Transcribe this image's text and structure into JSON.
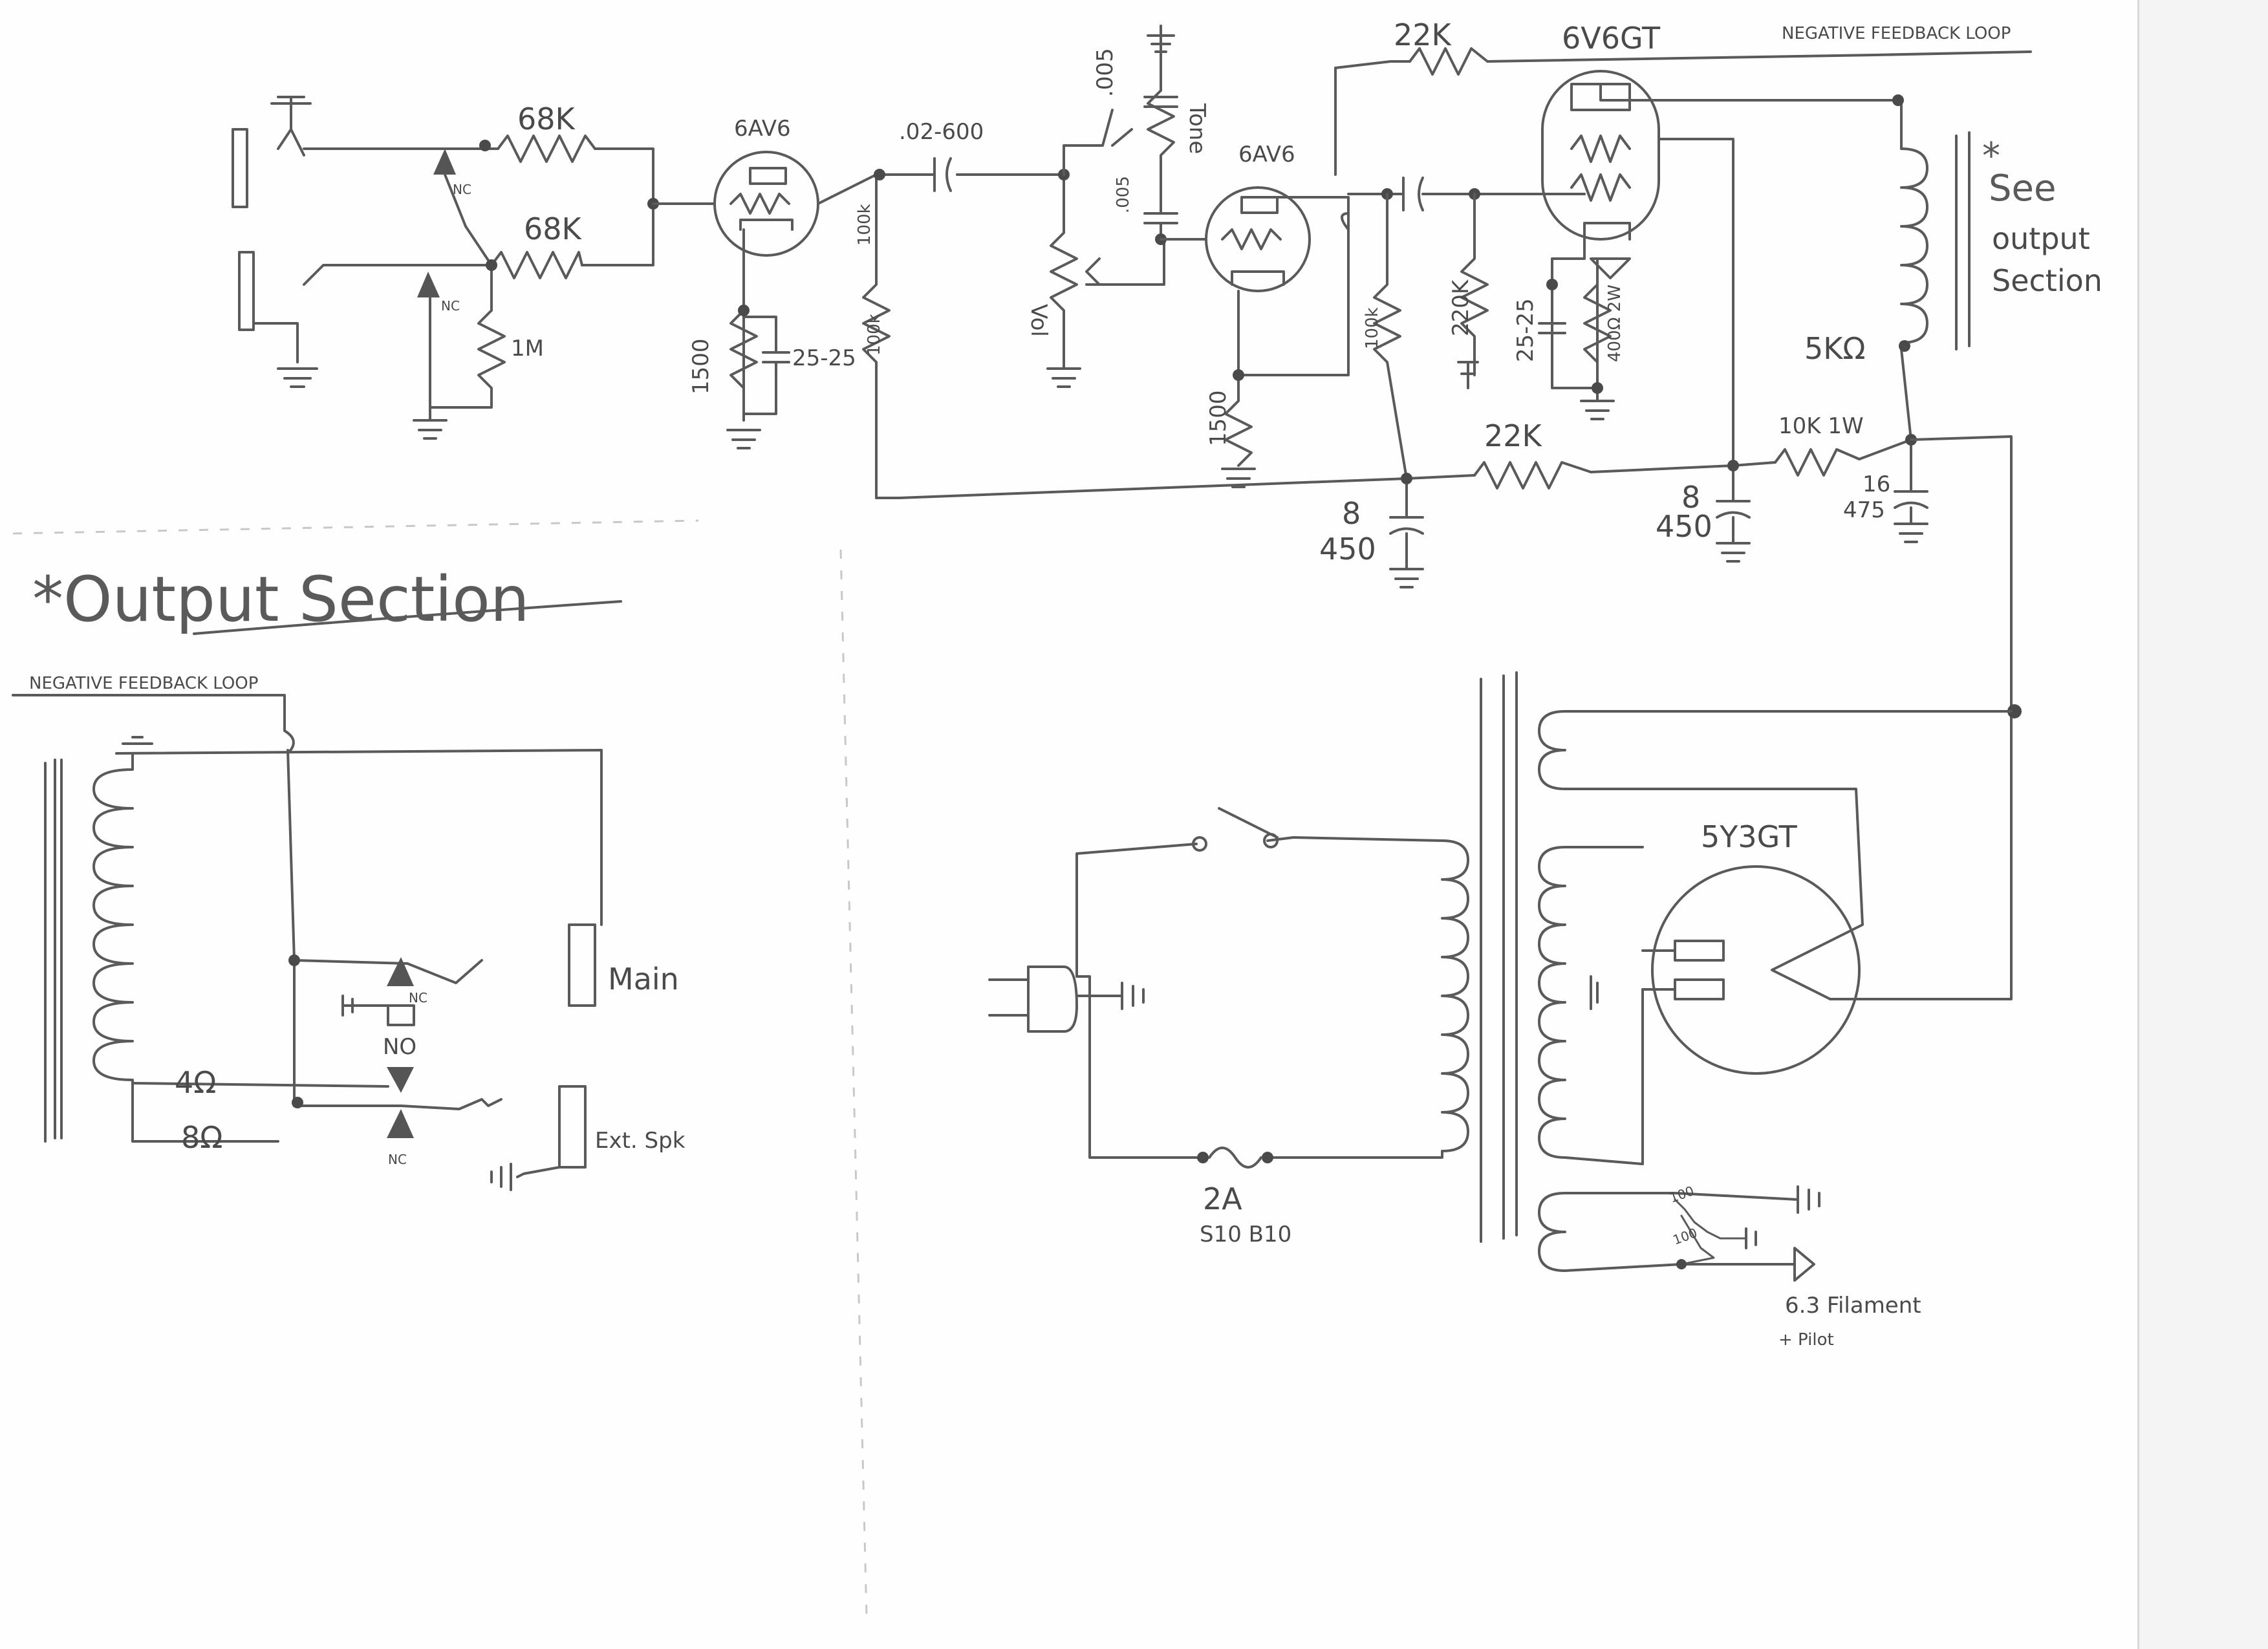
{
  "colors": {
    "ink": "#5a5a5a",
    "paper": "#fefefe"
  },
  "preamp": {
    "r_input_1": "68K",
    "r_input_2": "68K",
    "r_input_shunt": "1M",
    "jack_nc_1": "NC",
    "jack_nc_2": "NC",
    "tube_v1": "6AV6",
    "r_v1_cathode": "1500",
    "c_v1_cathode": "25-25",
    "r_v1_plate": "100k",
    "r_v1_plate_b": "100k",
    "c_coupling_1": ".02-600",
    "pot_volume": "Vol",
    "c_bright": ".005",
    "c_tone": ".005",
    "pot_tone": "Tone",
    "tube_v2": "6AV6",
    "r_v2_cathode": "1500",
    "r_v2_plate": "100k"
  },
  "power_amp": {
    "r_feedback": "22K",
    "tube_power": "6V6GT",
    "feedback_label": "NEGATIVE FEEDBACK LOOP",
    "r_grid_leak": "220K",
    "c_cathode": "25-25",
    "r_cathode": "400Ω 2W",
    "transformer_impedance": "5KΩ",
    "see_note": "*",
    "see_text_1": "See",
    "see_text_2": "output",
    "see_text_3": "Section"
  },
  "supply": {
    "c_filter_1_value": "8",
    "c_filter_1_voltage": "450",
    "r_dropping_1": "22K",
    "c_filter_2_value": "8",
    "c_filter_2_voltage": "450",
    "r_dropping_2": "10K 1W",
    "c_filter_3_value": "16",
    "c_filter_3_voltage": "475",
    "rectifier": "5Y3GT",
    "fuse_rating": "2A",
    "fuse_type": "S10 B10",
    "heater_r_1": "100",
    "heater_r_2": "100",
    "filament_label_1": "6.3 Filament",
    "filament_label_2": "+ Pilot"
  },
  "output_section": {
    "title": "*Output Section",
    "feedback_label": "NEGATIVE FEEDBACK LOOP",
    "tap_4": "4Ω",
    "tap_8": "8Ω",
    "jack_main": "Main",
    "jack_ext": "Ext. Spk",
    "contact_nc_1": "NC",
    "contact_no": "NO",
    "contact_nc_2": "NC"
  }
}
